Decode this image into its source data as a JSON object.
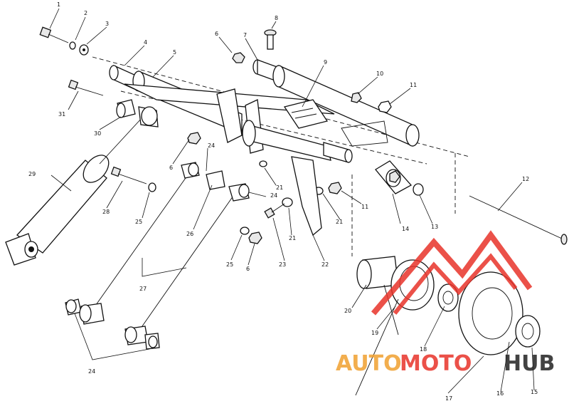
{
  "callouts": [
    "1",
    "2",
    "3",
    "4",
    "5",
    "6",
    "7",
    "8",
    "9",
    "10",
    "11",
    "31",
    "30",
    "6",
    "24",
    "12",
    "29",
    "28",
    "25",
    "24",
    "21",
    "11",
    "26",
    "21",
    "21",
    "14",
    "13",
    "25",
    "6",
    "23",
    "22",
    "27",
    "20",
    "19",
    "18",
    "17",
    "16",
    "15",
    "24"
  ],
  "watermark": {
    "text_a": "AUTO",
    "text_b": "MOTO",
    "text_c": "HUB",
    "color_red": "#e8332a",
    "color_orange": "#f0a030",
    "color_dark": "#222222"
  }
}
